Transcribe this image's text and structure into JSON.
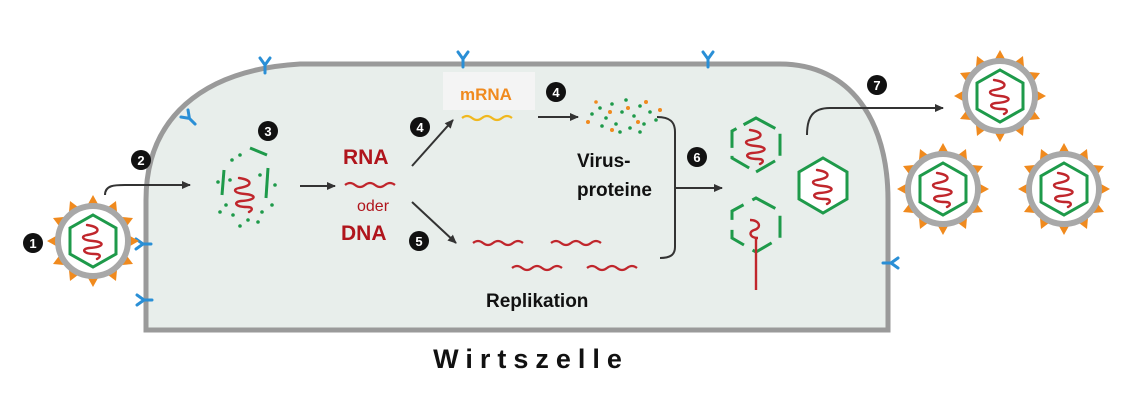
{
  "labels": {
    "host_cell": "Wirtszelle",
    "rna": "RNA",
    "oder": "oder",
    "dna": "DNA",
    "mrna": "mRNA",
    "virus_proteins_line1": "Virus-",
    "virus_proteins_line2": "proteine",
    "replication": "Replikation"
  },
  "steps": {
    "s1": "1",
    "s2": "2",
    "s3": "3",
    "s4a": "4",
    "s4b": "4",
    "s5": "5",
    "s6": "6",
    "s7": "7"
  },
  "colors": {
    "cell_fill": "#e8eeeb",
    "cell_border": "#9a9a9a",
    "capsid": "#1e9a4a",
    "genome": "#c0262c",
    "spike": "#f08a1e",
    "receptor": "#2a8fd6",
    "mrna_label": "#f08a1e",
    "nucleic_label": "#b0151c",
    "arrow": "#333333",
    "badge": "#111111"
  },
  "icons": {
    "receptor": "receptor-icon",
    "virion": "virus-particle-icon",
    "genome": "genome-coil-icon"
  }
}
